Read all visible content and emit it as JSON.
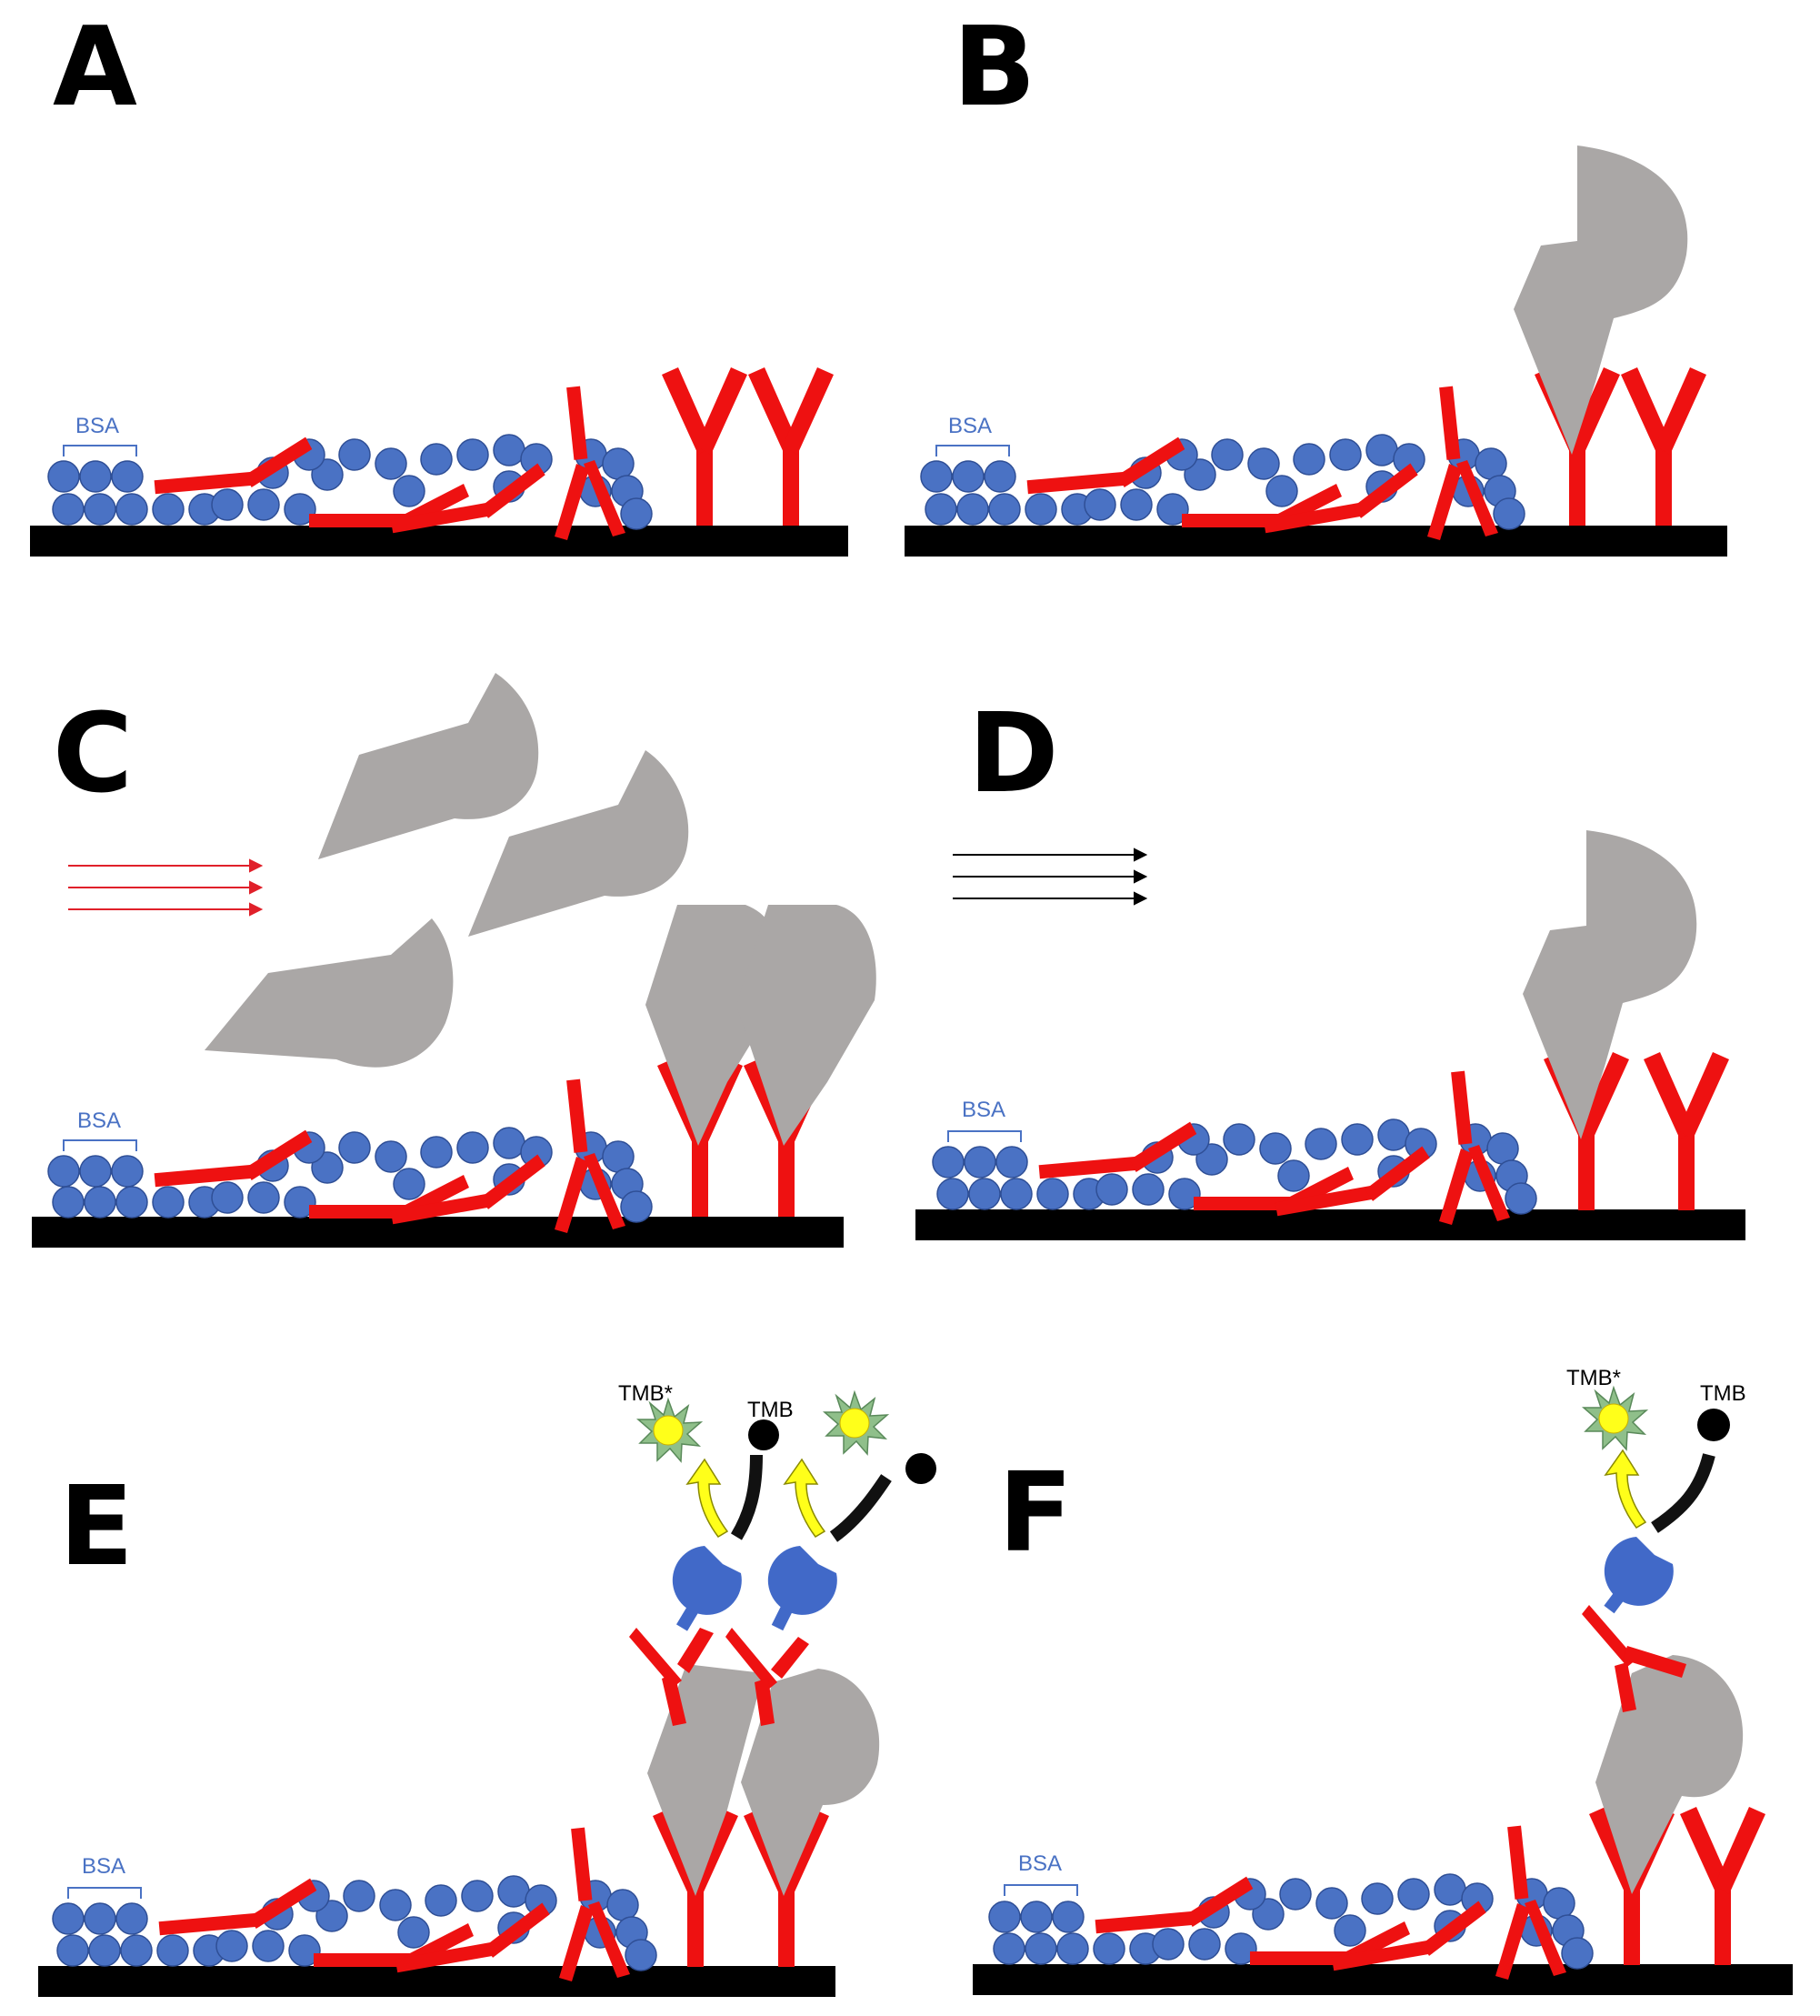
{
  "panels": [
    {
      "letter": "A",
      "bsa_label": "BSA"
    },
    {
      "letter": "B",
      "bsa_label": "BSA"
    },
    {
      "letter": "C",
      "bsa_label": "BSA"
    },
    {
      "letter": "D",
      "bsa_label": "BSA"
    },
    {
      "letter": "E",
      "bsa_label": "BSA",
      "tmb_star_label": "TMB*",
      "tmb_label": "TMB"
    },
    {
      "letter": "F",
      "bsa_label": "BSA",
      "tmb_star_label": "TMB*",
      "tmb_label": "TMB"
    }
  ],
  "colors": {
    "substrate": "#000000",
    "bsa": "#4a72c4",
    "antibody": "#ee1111",
    "antigen": "#aaa7a6",
    "enzyme": "#4169c8",
    "tmb_star": "#ffff1a",
    "flow_arrow_red": "#e0202a",
    "flow_arrow_black": "#000000"
  }
}
